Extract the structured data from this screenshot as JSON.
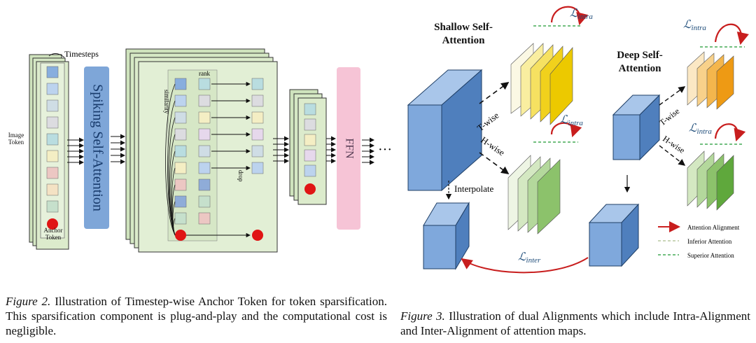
{
  "figure2": {
    "labels": {
      "timesteps": "Timesteps",
      "image_token": "Image Token",
      "anchor_token": "Anchor Token",
      "spiking_self_attention": "Spiking Self-Attention",
      "similarity": "similarity",
      "rank": "rank",
      "drop": "drop",
      "ffn": "FFN",
      "ellipsis": "···"
    },
    "caption": {
      "prefix": "Figure 2.",
      "text": " Illustration of Timestep-wise Anchor Token for token sparsification. This sparsification component is plug-and-play and the computational cost is negligible."
    }
  },
  "figure3": {
    "labels": {
      "shallow": "Shallow Self-Attention",
      "deep": "Deep Self-Attention",
      "t_wise": "T-wise",
      "h_wise": "H-wise",
      "interpolate": "Interpolate",
      "l_intra": "ℒ",
      "l_intra_sub": "intra",
      "l_inter": "ℒ",
      "l_inter_sub": "inter"
    },
    "legend": [
      {
        "label": "Attention Alignment",
        "color": "#cc2222"
      },
      {
        "label": "Inferior Attention",
        "color": "#b8c8a0"
      },
      {
        "label": "Superior Attention",
        "color": "#44aa55"
      }
    ],
    "caption": {
      "prefix": "Figure 3.",
      "text": " Illustration of dual Alignments which include Intra-Alignment and Inter-Alignment of attention maps."
    }
  },
  "colors": {
    "panel_green": "#d2e6bf",
    "attention_blue": "#7fa6d8",
    "ffn_pink": "#f6c4d6",
    "anchor_red": "#e01515",
    "yellow_maps": "#f2d21a",
    "orange_maps": "#ec9a1a",
    "green_maps": "#7bc04e"
  }
}
